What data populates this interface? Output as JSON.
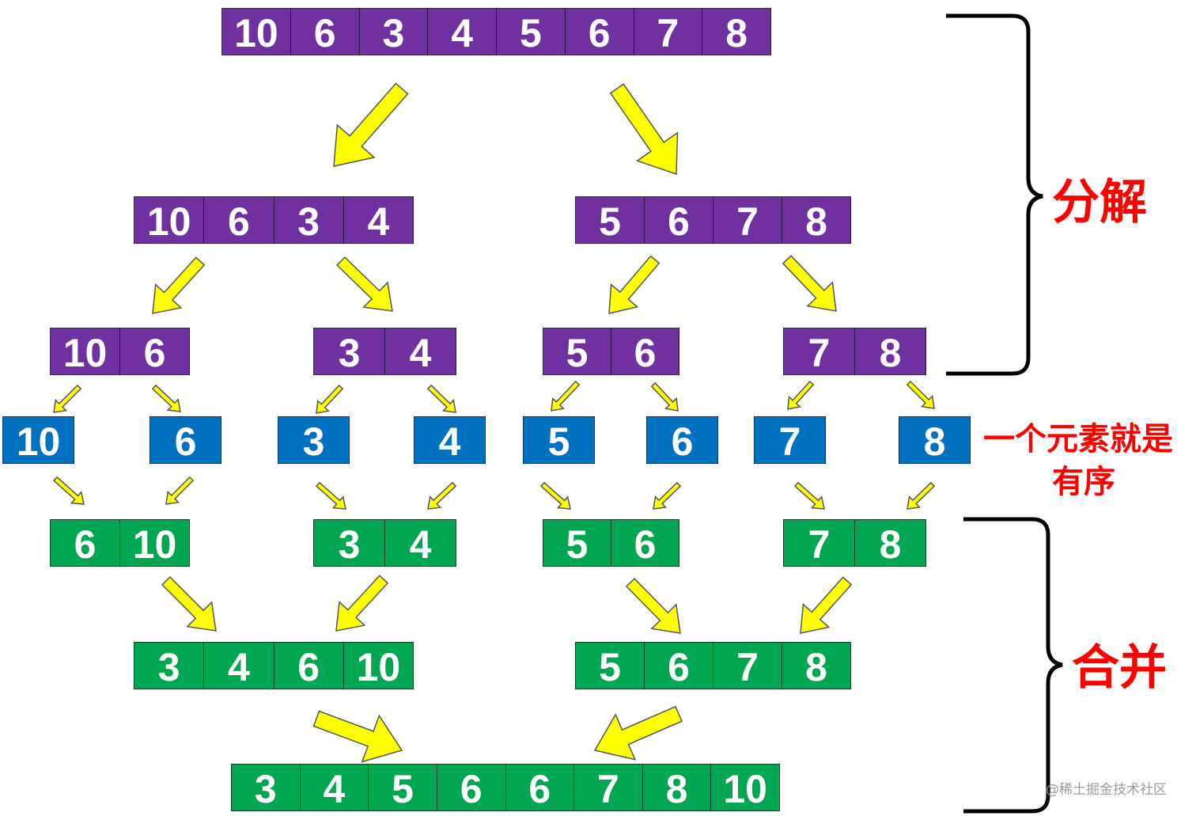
{
  "rows": {
    "split0": [
      [
        "10",
        "6",
        "3",
        "4",
        "5",
        "6",
        "7",
        "8"
      ]
    ],
    "split1": [
      [
        "10",
        "6",
        "3",
        "4"
      ],
      [
        "5",
        "6",
        "7",
        "8"
      ]
    ],
    "split2": [
      [
        "10",
        "6"
      ],
      [
        "3",
        "4"
      ],
      [
        "5",
        "6"
      ],
      [
        "7",
        "8"
      ]
    ],
    "single": [
      [
        "10"
      ],
      [
        "6"
      ],
      [
        "3"
      ],
      [
        "4"
      ],
      [
        "5"
      ],
      [
        "6"
      ],
      [
        "7"
      ],
      [
        "8"
      ]
    ],
    "merge1": [
      [
        "6",
        "10"
      ],
      [
        "3",
        "4"
      ],
      [
        "5",
        "6"
      ],
      [
        "7",
        "8"
      ]
    ],
    "merge2": [
      [
        "3",
        "4",
        "6",
        "10"
      ],
      [
        "5",
        "6",
        "7",
        "8"
      ]
    ],
    "merge3": [
      [
        "3",
        "4",
        "5",
        "6",
        "6",
        "7",
        "8",
        "10"
      ]
    ]
  },
  "labels": {
    "decompose": "分解",
    "single_sorted_line1": "一个元素就是",
    "single_sorted_line2": "有序",
    "merge": "合并"
  },
  "watermark": "@稀土掘金技术社区",
  "colors": {
    "split": "#7030a0",
    "single": "#0070c0",
    "merge": "#00a650",
    "arrow": "#ffff00",
    "label": "#ff0000"
  }
}
